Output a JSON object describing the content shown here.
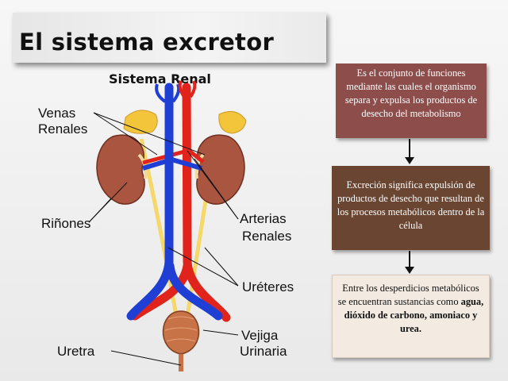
{
  "slide": {
    "title": "El sistema excretor"
  },
  "diagram": {
    "heading": "Sistema Renal",
    "labels": {
      "venas_1": "Venas",
      "venas_2": "Renales",
      "rinones": "Riñones",
      "arterias_1": "Arterias",
      "arterias_2": "Renales",
      "ureteres": "Uréteres",
      "vejiga_1": "Vejiga",
      "vejiga_2": "Urinaria",
      "uretra": "Uretra"
    },
    "colors": {
      "vein": "#1f3fd4",
      "artery": "#e0241c",
      "kidney": "#a9553f",
      "adrenal": "#f2c53b",
      "ureter": "#f5d76a",
      "bladder": "#c87248"
    }
  },
  "boxes": {
    "definition": "Es el conjunto de funciones mediante las cuales el organismo separa y expulsa los productos de desecho del metabolismo",
    "excretion": "Excreción significa expulsión de productos de desecho que resultan de los procesos metabólicos dentro de la célula",
    "waste_prefix": "Entre los desperdicios metabólicos se encuentran sustancias como ",
    "waste_bold": "agua, dióxido de carbono, amoniaco y urea."
  }
}
